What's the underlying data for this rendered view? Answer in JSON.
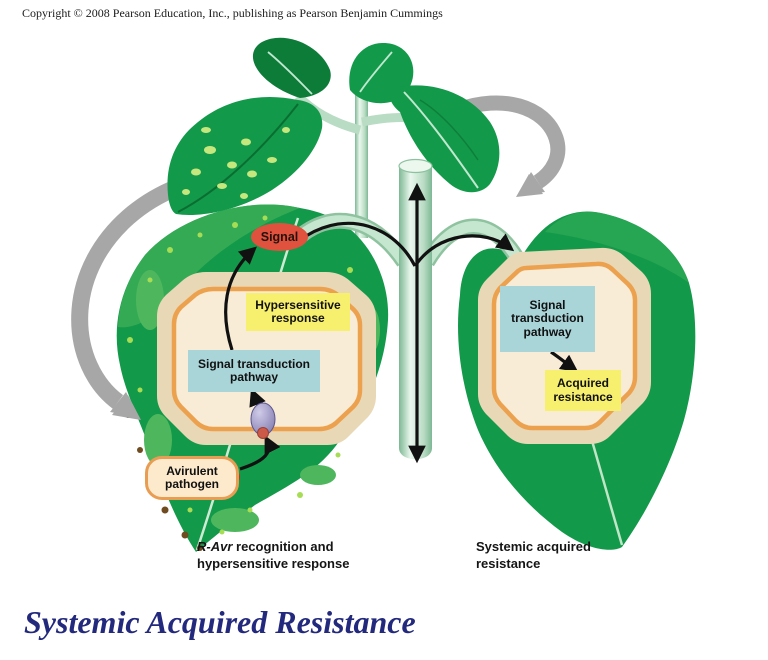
{
  "copyright": "Copyright © 2008 Pearson Education, Inc., publishing as Pearson Benjamin Cummings",
  "title": "Systemic Acquired Resistance",
  "diagram": {
    "labels": {
      "signal": "Signal",
      "hypersensitive_response": "Hypersensitive response",
      "signal_transduction_left": "Signal transduction pathway",
      "avirulent_pathogen": "Avirulent pathogen",
      "signal_transduction_right": "Signal transduction pathway",
      "acquired_resistance": "Acquired resistance"
    },
    "captions": {
      "left_italic": "R-Avr",
      "left_rest": " recognition and",
      "left_line2": "hypersensitive response",
      "right_line1": "Systemic acquired",
      "right_line2": "resistance"
    },
    "colors": {
      "signal_badge": "#e0513e",
      "yellow_box": "#f7ef6e",
      "blue_box": "#a9d4d8",
      "pathogen_pill_bg": "#fdeacd",
      "pathogen_pill_border": "#e89d52",
      "leaf_green": "#13994a",
      "leaf_green_dark": "#0d7c39",
      "stem_light": "#c9e8d2",
      "stem_dark": "#7db894",
      "cell_outer": "#e9d8b6",
      "cell_ring": "#eca14f",
      "cell_inner": "#f8ecd6",
      "gray_arrow": "#a7a7a7",
      "title_color": "#23297c"
    }
  }
}
